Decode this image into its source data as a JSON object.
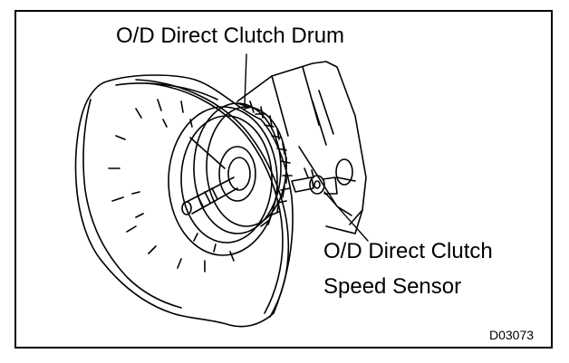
{
  "labels": {
    "drum": "O/D Direct Clutch Drum",
    "sensor_line1": "O/D Direct Clutch",
    "sensor_line2": "Speed Sensor",
    "figure_code": "D03073"
  }
}
